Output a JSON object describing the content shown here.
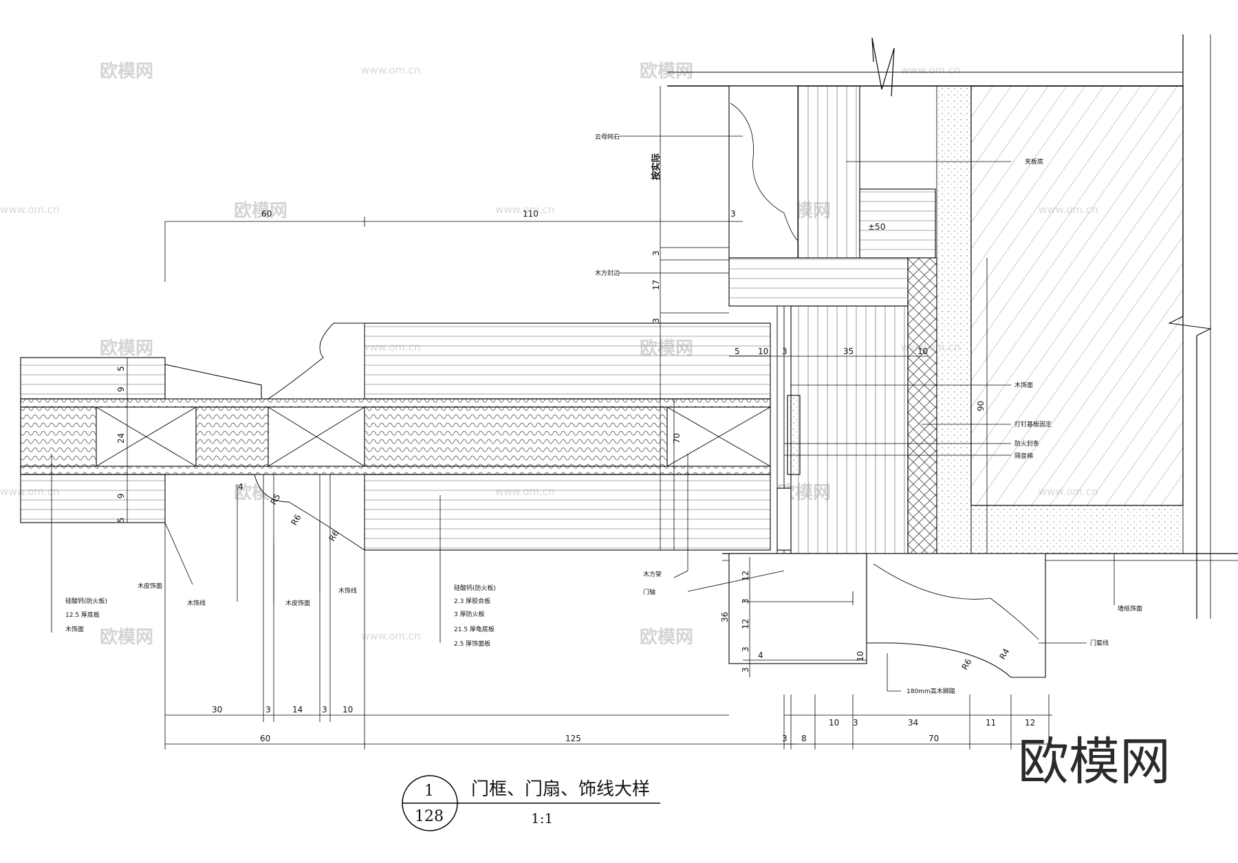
{
  "title_block": {
    "detail_number": "1",
    "sheet_number": "128",
    "title": "门框、门扇、饰线大样",
    "scale": "1:1"
  },
  "watermarks": {
    "logo_text": "欧模网",
    "site": "www.om.cn",
    "corner_logo": "欧模网"
  },
  "dimensions": {
    "top": [
      "60",
      "110",
      "3"
    ],
    "right_vertical": [
      "3",
      "17",
      "3"
    ],
    "inner": [
      "5",
      "10",
      "3",
      "35",
      "10"
    ],
    "pm50": "±50",
    "left_vertical": [
      "5",
      "9",
      "24",
      "9",
      "5"
    ],
    "center_vertical": "70",
    "right_side_vertical": "90",
    "bottom_row_1": [
      "30",
      "3",
      "14",
      "3",
      "10"
    ],
    "bottom_row_2": [
      "60",
      "125"
    ],
    "lower_right_vertical": [
      "12",
      "3",
      "12",
      "3",
      "3",
      "36"
    ],
    "lower_right_small": [
      "4",
      "10"
    ],
    "bottom_right_row_1": [
      "10",
      "3",
      "34",
      "11",
      "12"
    ],
    "bottom_right_row_2": [
      "3",
      "8",
      "70"
    ],
    "radii": [
      "R5",
      "R6",
      "R6",
      "R6",
      "R4"
    ],
    "small_4": "4"
  },
  "notes": {
    "top_left": "云母网石",
    "vertical_label": "按实际",
    "mufang_fengbian": "木方封边",
    "jiaban": "夹板底",
    "right_1": "木饰面",
    "right_2": "打钉基板固定",
    "right_3": "防火封条",
    "right_4": "隔音棉",
    "mufangjia": "木方架",
    "menzhou": "门轴",
    "bottom_right_1": "墙纸饰面",
    "bottom_right_2": "门套线",
    "bottom_center_note": "180mm高木脚踏",
    "left_mupi": "木皮饰面",
    "left_mushixian": "木饰线",
    "left_mupi2": "木皮饰面",
    "left_mushixian2": "木饰线",
    "left_list": [
      "硅酸钙(防火板)",
      "12.5 厚底板",
      "木饰面"
    ],
    "center_list": [
      "硅酸钙(防火板)",
      "2.3 厚胶合板",
      "3 厚防火板",
      "21.5 厚龟底板",
      "2.5 厚饰面板"
    ]
  }
}
